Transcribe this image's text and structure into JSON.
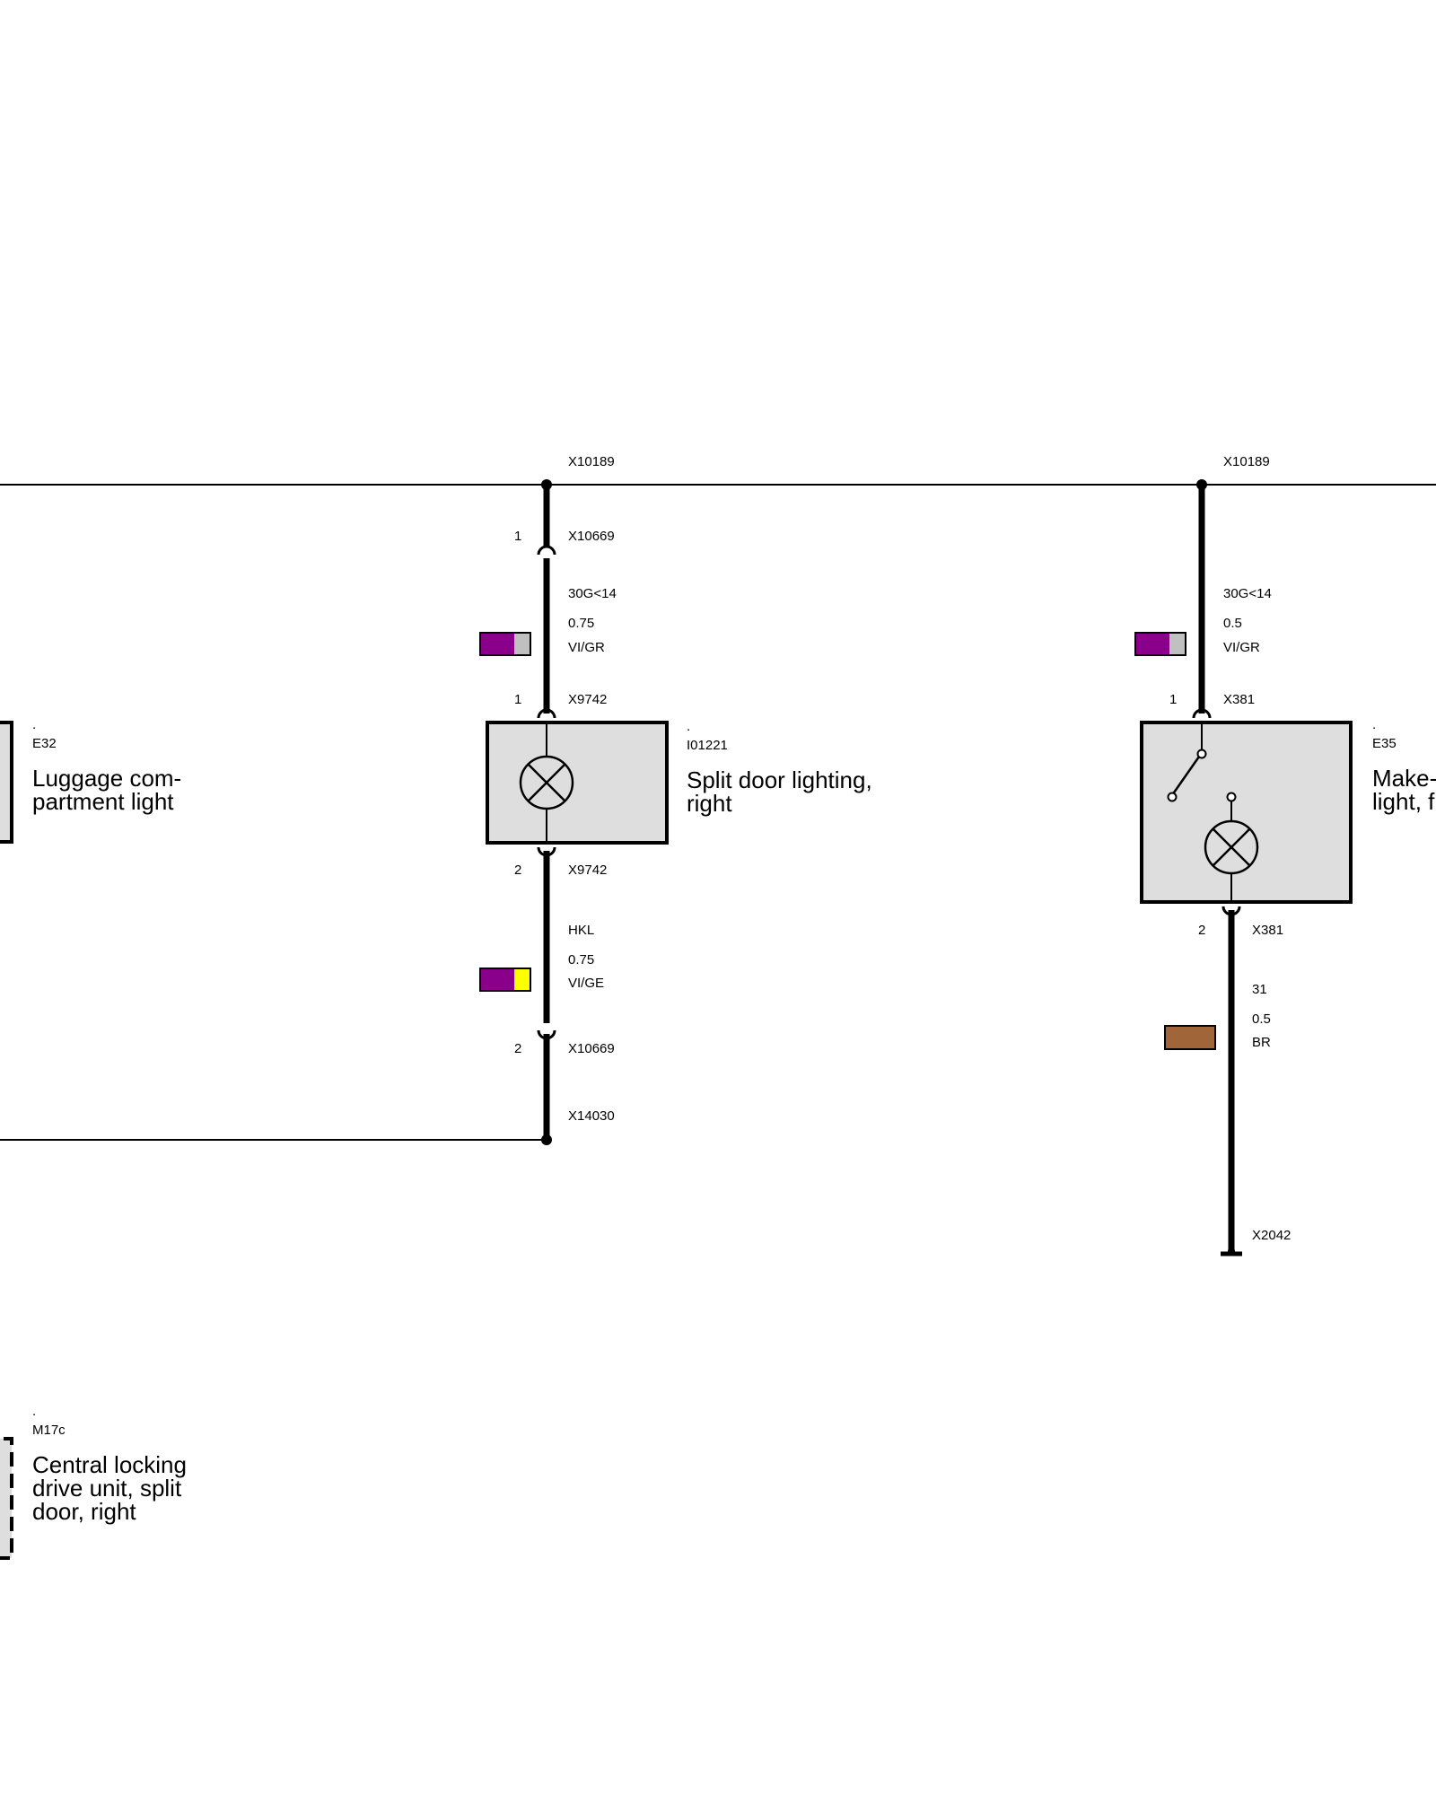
{
  "colors": {
    "background": "#ffffff",
    "wire": "#000000",
    "component_fill": "#dedede",
    "violet": "#8b008b",
    "grey": "#c0c0c0",
    "yellow": "#ffff00",
    "brown": "#a0663a"
  },
  "split_door_circuit": {
    "top_node": "X10189",
    "top_connector": {
      "pin": "1",
      "name": "X10669"
    },
    "wire_top": {
      "signal": "30G<14",
      "size": "0.75",
      "color_code": "VI/GR"
    },
    "component_pin_top": {
      "pin": "1",
      "name": "X9742"
    },
    "component": {
      "dot": ".",
      "id": "I01221",
      "name_lines": [
        "Split door lighting,",
        "right"
      ],
      "icon": "lamp-icon"
    },
    "component_pin_bottom": {
      "pin": "2",
      "name": "X9742"
    },
    "wire_bottom": {
      "signal": "HKL",
      "size": "0.75",
      "color_code": "VI/GE"
    },
    "bottom_connector": {
      "pin": "2",
      "name": "X10669"
    },
    "bottom_node": "X14030"
  },
  "makeup_circuit": {
    "top_node": "X10189",
    "wire_top": {
      "signal": "30G<14",
      "size": "0.5",
      "color_code": "VI/GR"
    },
    "component_pin_top": {
      "pin": "1",
      "name": "X381"
    },
    "component": {
      "dot": ".",
      "id": "E35",
      "name_lines": [
        "Make-",
        "light, fr"
      ],
      "icons": [
        "switch-icon",
        "lamp-icon"
      ]
    },
    "component_pin_bottom": {
      "pin": "2",
      "name": "X381"
    },
    "wire_bottom": {
      "signal": "31",
      "size": "0.5",
      "color_code": "BR"
    },
    "ground": {
      "name": "X2042",
      "icon": "ground-icon"
    }
  },
  "left_components": [
    {
      "dot": ".",
      "id": "E32",
      "name_lines": [
        "Luggage com-",
        "partment light"
      ]
    },
    {
      "dot": ".",
      "id": "M17c",
      "name_lines": [
        "Central locking",
        "drive unit, split",
        "door, right"
      ]
    }
  ]
}
